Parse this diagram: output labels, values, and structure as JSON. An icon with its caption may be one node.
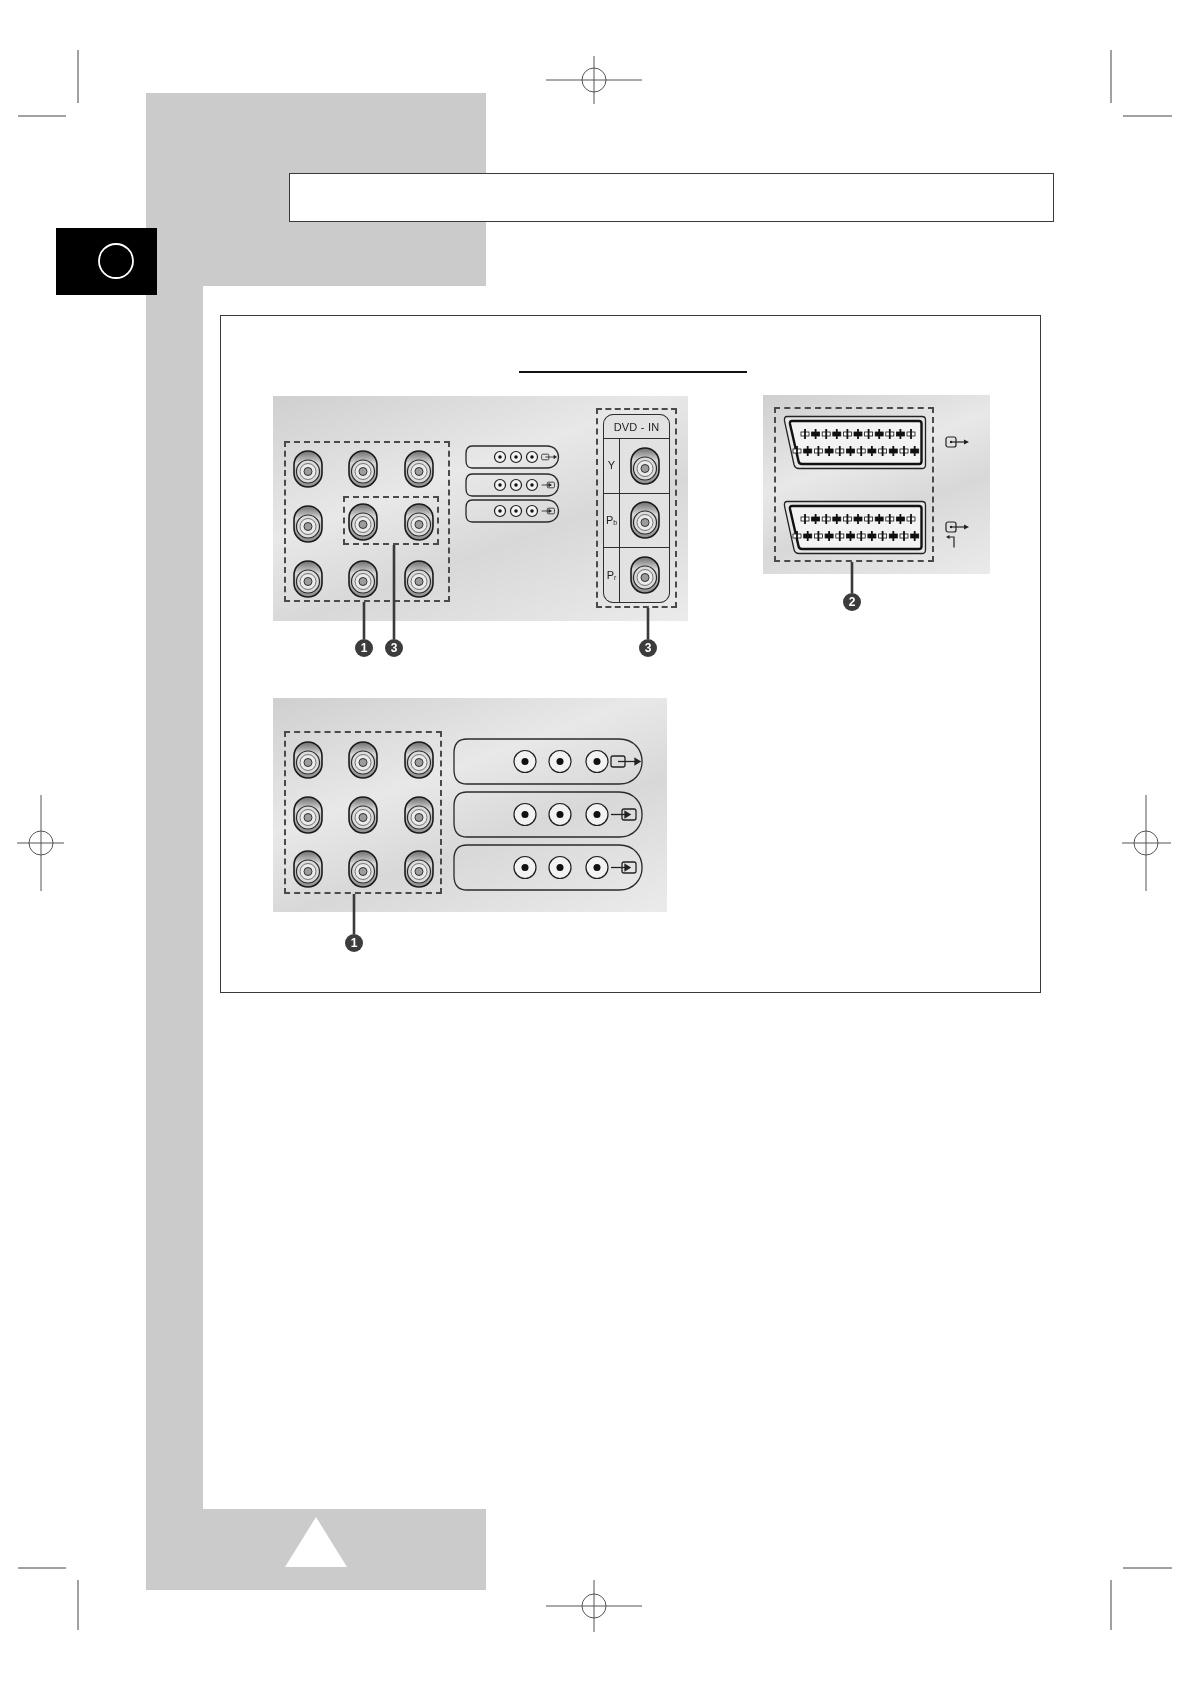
{
  "diagram": {
    "nodes": [
      {
        "text": [],
        "shape": "box"
      },
      {
        "text": [],
        "shape": "box"
      },
      {
        "text": [],
        "shape": "box"
      },
      {
        "text": [],
        "shape": "box",
        "in": 2
      },
      {
        "text": [],
        "shape": "box"
      },
      {
        "text": [
          "DVD - IN",
          "Y",
          "P$_{b}$",
          "P$_{r}$"
        ],
        "in": 4
      },
      {
        "text": [],
        "shape": "box"
      },
      {
        "text": [
          "1"
        ]
      },
      {
        "text": [
          "3"
        ]
      },
      {
        "text": [
          "3"
        ]
      },
      {
        "text": [
          "2"
        ]
      },
      {
        "text": [],
        "shape": "box"
      },
      {
        "text": [
          "1"
        ]
      }
    ],
    "edges": [
      {
        "from": 7,
        "to": 2,
        "arrow": "none"
      },
      {
        "from": 8,
        "to": 3,
        "arrow": "none"
      },
      {
        "from": 9,
        "to": 4,
        "arrow": "none"
      },
      {
        "from": 10,
        "to": 6,
        "arrow": "none"
      },
      {
        "from": 12,
        "to": 11,
        "arrow": "none"
      }
    ]
  }
}
